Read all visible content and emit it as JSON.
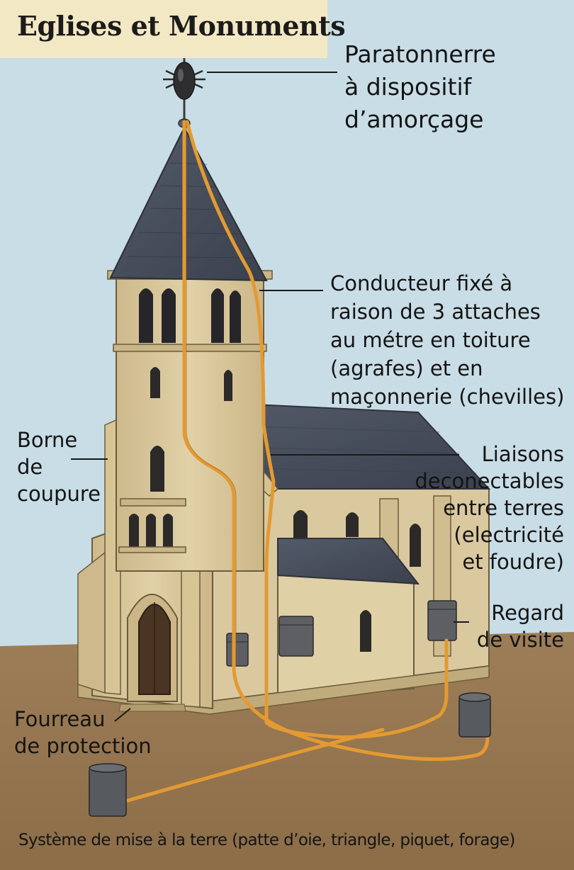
{
  "diagram": {
    "title": "Eglises et Monuments",
    "labels": {
      "paratonnerre": "Paratonnerre\nà dispositif\nd’amorçage",
      "conducteur": "Conducteur fixé à\nraison de 3 attaches\nau métre en toiture\n(agrafes) et en\nmaçonnerie (chevilles)",
      "liaisons": "Liaisons\ndeconectables\nentre terres\n(electricité\net foudre)",
      "borne": "Borne\nde\ncoupure",
      "regard": "Regard\nde visite",
      "fourreau": "Fourreau\nde protection",
      "systeme": "Système de mise à la terre (patte d’oie, triangle, piquet, forage)"
    },
    "colors": {
      "sky": "#c9dde6",
      "ground": "#9a7b55",
      "stone": "#dccba0",
      "roof": "#4a5160",
      "conductor": "#e39a32",
      "title_band": "#f3e8c4"
    }
  }
}
